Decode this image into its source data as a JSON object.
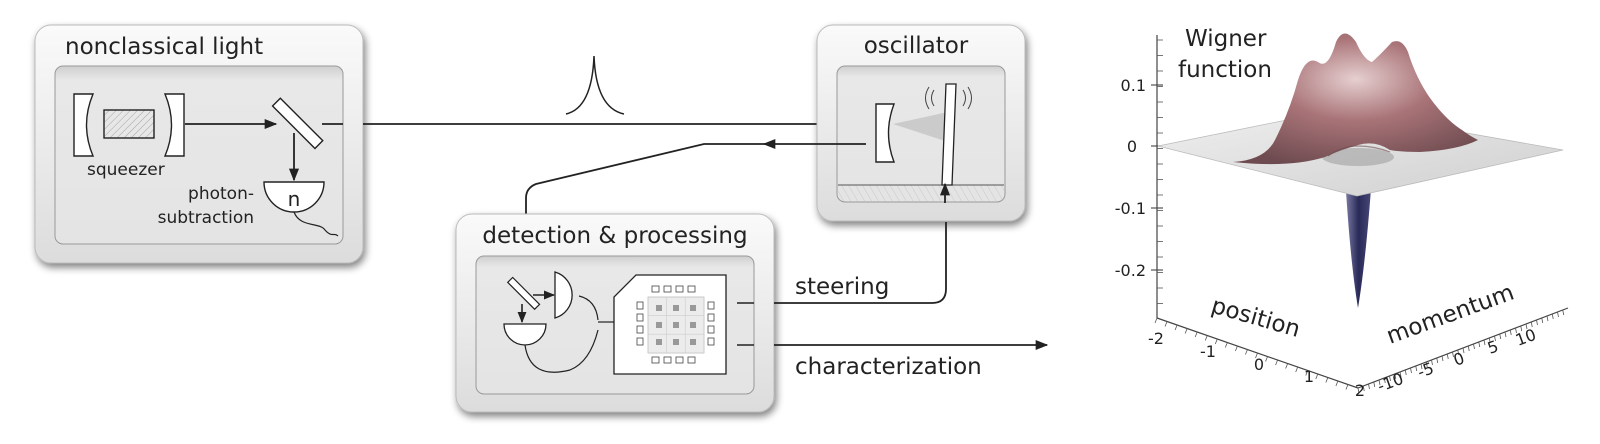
{
  "boxes": {
    "nonclassical": {
      "title": "nonclassical light",
      "squeezer": "squeezer",
      "subtraction_line1": "photon-",
      "subtraction_line2": "subtraction",
      "detector_symbol": "n"
    },
    "oscillator": {
      "title": "oscillator"
    },
    "detection": {
      "title": "detection & processing"
    }
  },
  "links": {
    "steering": "steering",
    "characterization": "characterization"
  },
  "wigner": {
    "title_line1": "Wigner",
    "title_line2": "function",
    "z_ticks": [
      "0.1",
      "0",
      "-0.1",
      "-0.2"
    ],
    "position_label": "position",
    "position_ticks": [
      "-2",
      "-1",
      "0",
      "1",
      "2"
    ],
    "momentum_label": "momentum",
    "momentum_ticks": [
      "-10",
      "-5",
      "0",
      "5",
      "10"
    ]
  },
  "colors": {
    "line": "#222222",
    "panel_outer": "#eeeeee",
    "panel_inner": "#e6e6e6",
    "peak": "#8c5a5e",
    "dip": "#2e2e5c"
  }
}
